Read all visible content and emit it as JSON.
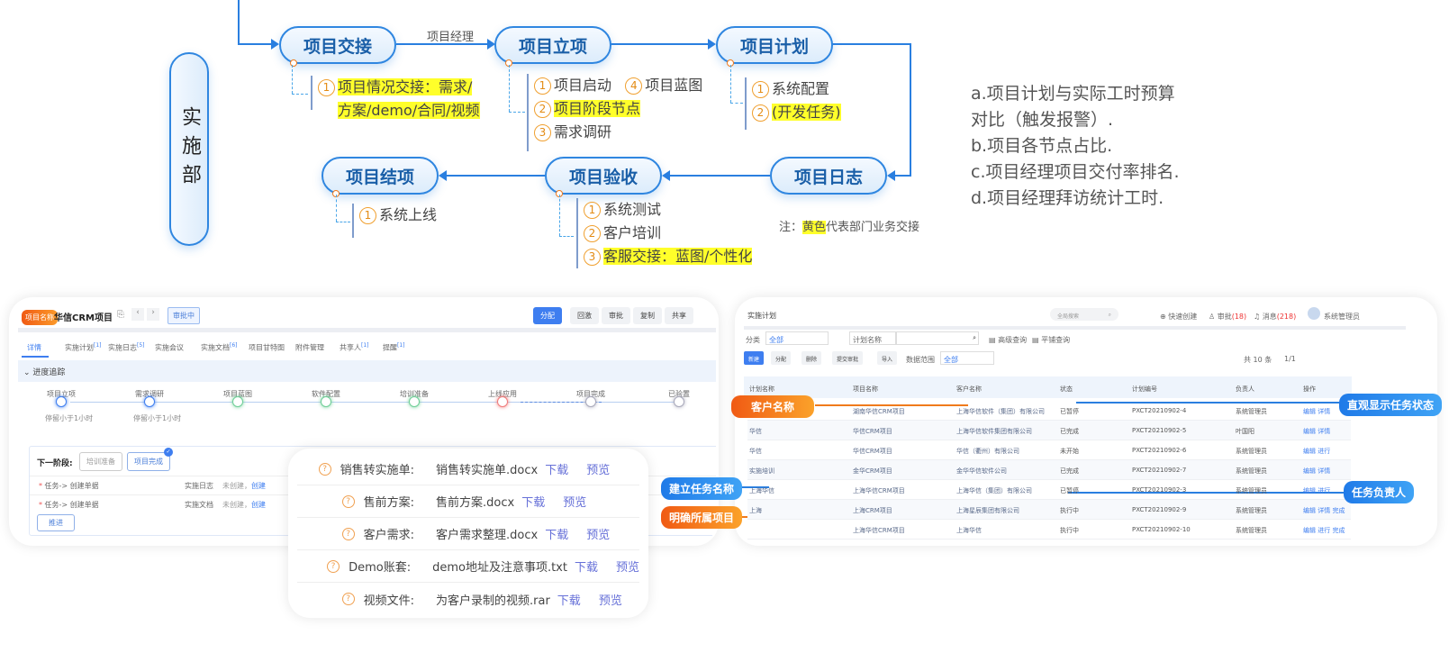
{
  "department": "实施部",
  "flow": {
    "nodes": [
      "项目交接",
      "项目立项",
      "项目计划",
      "项目日志",
      "项目验收",
      "项目结项"
    ],
    "edge_label": "项目经理",
    "handover": {
      "n": "1",
      "line1": "项目情况交接：需求/",
      "line2": "方案/demo/合同/视频"
    },
    "initiation": [
      {
        "n": "1",
        "t": "项目启动"
      },
      {
        "n": "4",
        "t": "项目蓝图"
      },
      {
        "n": "2",
        "t": "项目阶段节点"
      },
      {
        "n": "3",
        "t": "需求调研"
      }
    ],
    "plan": [
      {
        "n": "1",
        "t": "系统配置"
      },
      {
        "n": "2",
        "t": "(开发任务)"
      }
    ],
    "closing": [
      {
        "n": "1",
        "t": "系统上线"
      }
    ],
    "acceptance": [
      {
        "n": "1",
        "t": "系统测试"
      },
      {
        "n": "2",
        "t": "客户培训"
      },
      {
        "n": "3",
        "t": "客服交接：蓝图/个性化"
      }
    ],
    "note_prefix": "注：",
    "note_yellow": "黄色",
    "note_rest": "代表部门业务交接"
  },
  "metrics": [
    "a.项目计划与实际工时预算",
    "对比（触发报警）.",
    "b.项目各节点占比.",
    "c.项目经理项目交付率排名.",
    "d.项目经理拜访统计工时."
  ],
  "left_app": {
    "badge": "项目名称",
    "title": "华信CRM项目",
    "status": "审批中",
    "actions": [
      "分配",
      "回激",
      "审批",
      "复制",
      "共享"
    ],
    "tabs": [
      {
        "t": "详情",
        "c": ""
      },
      {
        "t": "实施计划",
        "c": "[1]"
      },
      {
        "t": "实施日志",
        "c": "[5]"
      },
      {
        "t": "实施会议",
        "c": ""
      },
      {
        "t": "实施文档",
        "c": "[6]"
      },
      {
        "t": "项目甘特图",
        "c": ""
      },
      {
        "t": "附件管理",
        "c": ""
      },
      {
        "t": "共享人",
        "c": "[1]"
      },
      {
        "t": "提醒",
        "c": "[1]"
      }
    ],
    "section": "进度追踪",
    "stages": [
      "项目立项",
      "需求调研",
      "项目蓝图",
      "软件配置",
      "培训准备",
      "上线应用",
      "项目完成",
      "已验置"
    ],
    "stay": "停留小于1小时",
    "next_label": "下一阶段:",
    "next_options": [
      "培训准备",
      "项目完成"
    ],
    "tasks": [
      {
        "t": "任务-> 创建单据",
        "k": "实施日志",
        "s": "未创建，",
        "a": "创建"
      },
      {
        "t": "任务-> 创建单据",
        "k": "实施文档",
        "s": "未创建，",
        "a": "创建"
      }
    ],
    "advance": "推进"
  },
  "docs": [
    {
      "k": "销售转实施单:",
      "f": "销售转实施单.docx"
    },
    {
      "k": "售前方案:",
      "f": "售前方案.docx"
    },
    {
      "k": "客户需求:",
      "f": "客户需求整理.docx"
    },
    {
      "k": "Demo账套:",
      "f": "demo地址及注意事项.txt"
    },
    {
      "k": "视频文件:",
      "f": "为客户录制的视频.rar"
    }
  ],
  "doc_download": "下载",
  "doc_preview": "预览",
  "right_app": {
    "title": "实施计划",
    "search_ph": "全局搜索",
    "quick": "快速创建",
    "approve": "审批",
    "approve_n": "(18)",
    "msg": "消息",
    "msg_n": "(218)",
    "user": "系统管理员",
    "filter_label": "分类",
    "filter_val": "全部",
    "field_sel": "计划名称",
    "adv": "高级查询",
    "std": "平铺查询",
    "toolbar": [
      "新建",
      "分配",
      "删除",
      "提交审批",
      "导入"
    ],
    "scope_label": "数据范围",
    "scope_val": "全部",
    "pager": "共 10 条",
    "page": "1/1",
    "headers": [
      "计划名称",
      "项目名称",
      "客户名称",
      "状态",
      "计划编号",
      "负责人",
      "操作"
    ],
    "rows": [
      [
        "",
        "湖南华信CRM项目",
        "上海华信软件（集团）有限公司",
        "已暂停",
        "PXCT20210902-4",
        "系统管理员",
        "编辑 详情"
      ],
      [
        "华信",
        "华信CRM项目",
        "上海华信软件集团有限公司",
        "已完成",
        "PXCT20210902-5",
        "叶国阳",
        "编辑 详情"
      ],
      [
        "华信",
        "华信CRM项目",
        "华信（衢州）有限公司",
        "未开始",
        "PXCT20210902-6",
        "系统管理员",
        "编辑 进行"
      ],
      [
        "实施培训",
        "金华CRM项目",
        "金华华信软件公司",
        "已完成",
        "PXCT20210902-7",
        "系统管理员",
        "编辑 详情"
      ],
      [
        "上海华信",
        "上海华信CRM项目",
        "上海华信（集团）有限公司",
        "已暂停",
        "PXCT20210902-3",
        "系统管理员",
        "编辑 进行"
      ],
      [
        "上海",
        "上海CRM项目",
        "上海星辰集团有限公司",
        "执行中",
        "PXCT20210902-9",
        "系统管理员",
        "编辑 详情 完成"
      ],
      [
        "",
        "上海华信CRM项目",
        "上海华信",
        "执行中",
        "PXCT20210902-10",
        "系统管理员",
        "编辑 进行 完成"
      ]
    ]
  },
  "callouts": {
    "customer": "客户名称",
    "status": "直观显示任务状态",
    "task": "建立任务名称",
    "owner": "任务负责人",
    "project": "明确所属项目"
  },
  "colors": {
    "blue": "#2a7fe0",
    "orange": "#f07a1c",
    "yellow": "#ffff2a"
  }
}
